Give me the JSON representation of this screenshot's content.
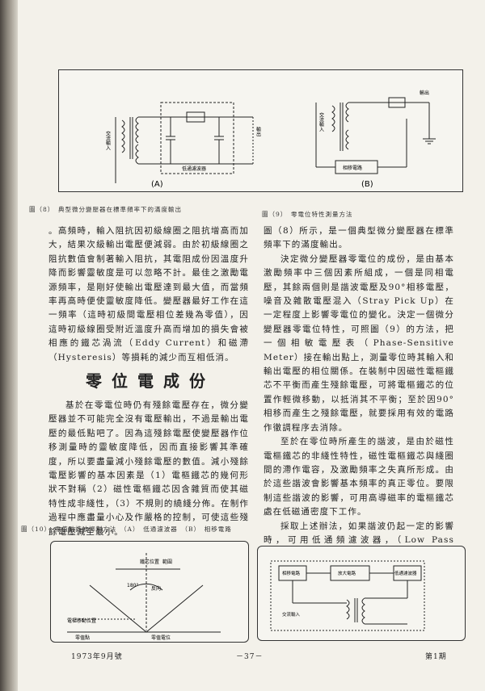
{
  "figures": {
    "fig8": {
      "caption": "圖（8）　典型微分變壓器在標準頻率下的滿度輸出",
      "label_a": "(A)",
      "input_label": "交流輸入",
      "filter_label": "低通濾波器",
      "output_label": "輸出"
    },
    "fig9": {
      "caption": "圖（9）　零電位特性測量方法",
      "label_b": "(B)",
      "input_label": "交流輸入",
      "output_label": "輸出",
      "phase_box": "相移電路"
    },
    "fig10": {
      "caption": "圖（10）　零值點諧波抑制方法　（A）　低通濾波器　（B）　相移電路",
      "angle": "180°",
      "phase": "反向",
      "core_pos": "鐵芯位置",
      "range": "範圍",
      "mag_left": "電樞移動位置",
      "null_left": "零值點",
      "null_right": "零值電位",
      "box1": "相移電路",
      "box2": "放大電路",
      "box3": "低通濾波器",
      "input_label": "交流輸入"
    }
  },
  "left_column": {
    "para1": "。高頻時，輸入阻抗因初級線圈之阻抗增高而加大，結果次級輸出電壓便減弱。由於初級線圈之阻抗數值會制著輸入阻抗，其電阻成份因溫度升降而影響靈敏度是可以忽略不計。最佳之激勵電源頻率，是剛好使輸出電壓達到最大值，而當頻率再高時便使靈敏度降低。變壓器最好工作在這一頻率（這時初級間電壓相位差幾為零值），因這時初級線圈受附近溫度升高而增加的損失會被相應的鐵芯渦流（Eddy Current）和磁滯（Hysteresis）等損耗的減少而互相低消。",
    "heading": "零位電成份",
    "para2": "基於在零電位時仍有殘餘電壓存在，微分變壓器並不可能完全沒有電壓輸出，不過是輸出電壓的最低點吧了。因為這殘餘電壓使變壓器作位移測量時的靈敏度降低，因而直接影響其準確度，所以要盡量減小殘餘電壓的數值。減小殘餘電壓影響的基本因素是（1）電樞鐵芯的幾何形狀不對稱（2）磁性電樞鐵芯因含雜質而使其磁特性成非綫性，（3）不規則的繞綫分佈。在制作過程中應盡量小心及作嚴格的控制，可使這些殘餘電壓減至最小。"
  },
  "right_column": {
    "para1": "圖（8）所示，是一個典型微分變壓器在標準頻率下的滿度輸出。",
    "para2": "決定微分變壓器零電位的成份，是由基本激勵頻率中三個因素所組成，一個是同相電壓，其餘兩個則是諧波電壓及90°相移電壓，噪音及雜散電壓混入（Stray Pick Up）在一定程度上影響零電位的變化。決定一個微分變壓器零電位特性，可照圖（9）的方法，把一個相敏電壓表（Phase-Sensitive Meter）接在輸出點上，測量零位時其輸入和輸出電壓的相位關係。在裝制中因磁性電樞鐵芯不平衡而產生殘餘電壓，可將電樞鐵芯的位置作輕微移動，以抵消其不平衡；至於因90°相移而產生之殘餘電壓，就要採用有效的電路作徹調程序去消除。",
    "para3": "至於在零位時所產生的諧波，是由於磁性電樞鐵芯的非綫性特性，磁性電樞鐵芯與綫圈間的滯作電容，及激勵頻率之失真所形成。由於這些諧波會影響基本頻率的真正零位。要限制這些諧波的影響，可用高導磁率的電樞鐵芯處在低磁通密度下工作。",
    "para4": "採取上述辦法，如果諧波仍起一定的影響時，可用低通頻濾波器，（Low Pass Filter）來濾除"
  },
  "footer": {
    "date": "1973年9月號",
    "page": "－37－",
    "issue": "第1期"
  }
}
